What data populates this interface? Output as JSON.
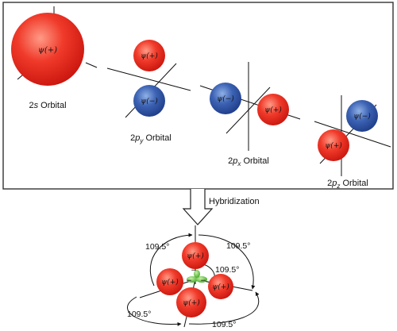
{
  "orbitals": {
    "s": {
      "prefix": "2",
      "letter": "s",
      "subscript": "",
      "suffix": " Orbital",
      "lobe_label": "ψ(+)"
    },
    "py": {
      "prefix": "2",
      "letter": "p",
      "subscript": "y",
      "suffix": " Orbital",
      "pos_label": "ψ(+)",
      "neg_label": "ψ(−)"
    },
    "px": {
      "prefix": "2",
      "letter": "p",
      "subscript": "x",
      "suffix": " Orbital",
      "pos_label": "ψ(+)",
      "neg_label": "ψ(−)"
    },
    "pz": {
      "prefix": "2",
      "letter": "p",
      "subscript": "z",
      "suffix": " Orbital",
      "pos_label": "ψ(+)",
      "neg_label": "ψ(−)"
    }
  },
  "arrow_label": "Hybridization",
  "hybrid": {
    "lobe_labels": [
      "ψ(+)",
      "ψ(+)",
      "ψ(+)",
      "ψ(+)"
    ],
    "small_lobe_sign": "−",
    "angle_labels": [
      "109.5°",
      "109.5°",
      "109.5°",
      "109.5°",
      "109.5°"
    ]
  },
  "colors": {
    "positive_lobe": "#e5221b",
    "negative_lobe": "#2f55a4",
    "small_lobe": "#58c23a",
    "frame": "#333333"
  }
}
